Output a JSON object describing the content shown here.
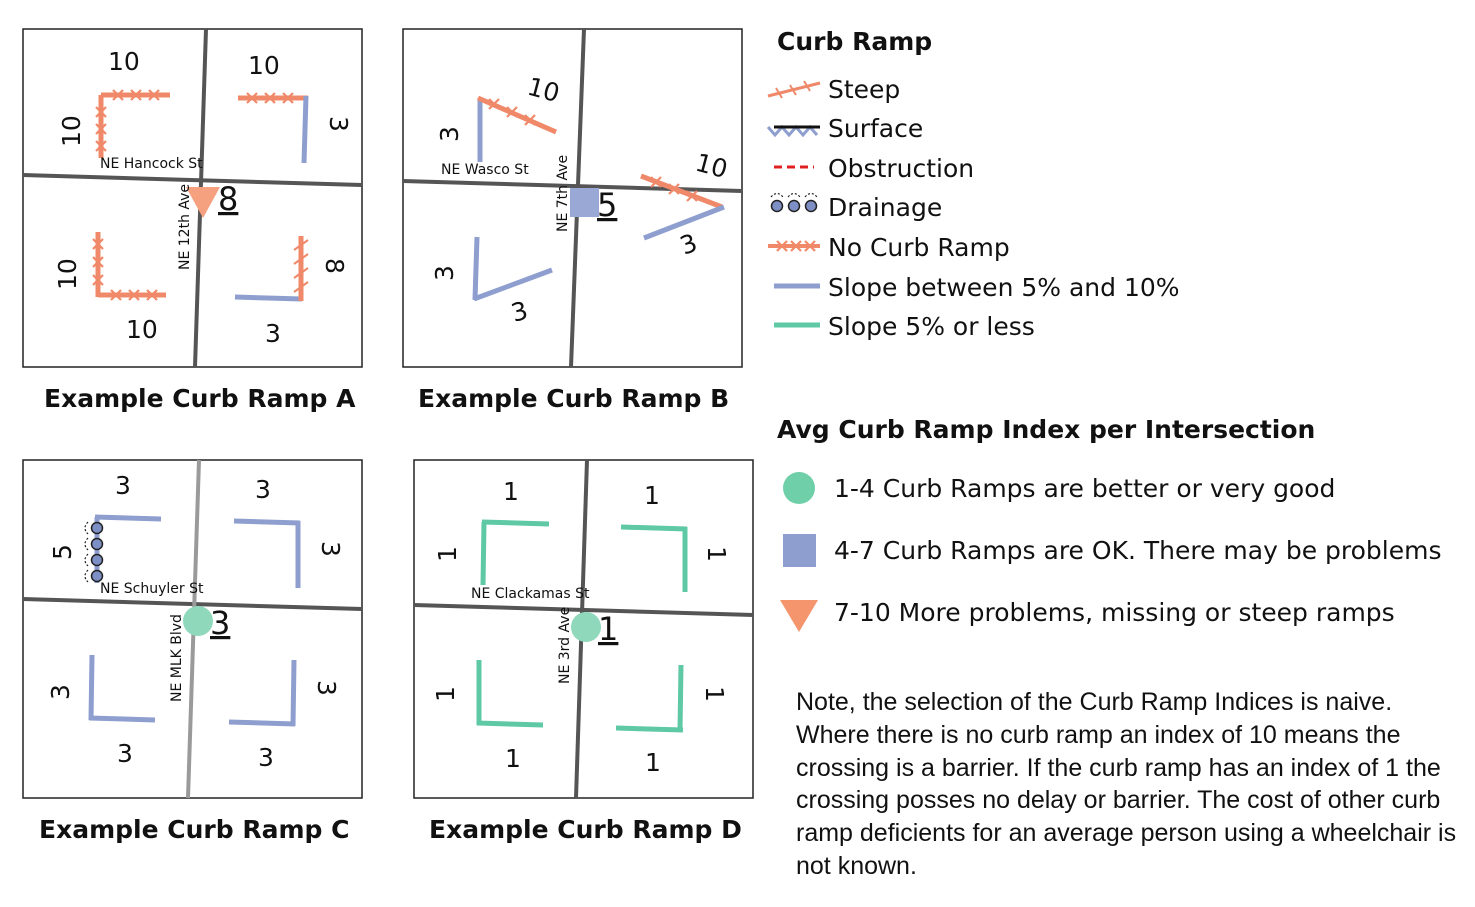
{
  "colors": {
    "steep": "#f0896a",
    "surface_blue": "#8e9fcf",
    "obstruction": "#e02020",
    "drainage": "#7d8fc4",
    "no_curb_ramp": "#f0896a",
    "slope_5_10": "#8e9fcf",
    "slope_5_less": "#5ec9a4",
    "road": "#555555",
    "road_light": "#9a9a9a",
    "orange_marker": "#f5a07e"
  },
  "panels": {
    "a": {
      "title": "Example Curb Ramp A",
      "street_h": "NE Hancock St",
      "street_v": "NE 12th Ave",
      "center": "8",
      "indices": {
        "tl_top": "10",
        "tl_side": "10",
        "tr_top": "10",
        "tr_side": "3",
        "bl_side": "10",
        "bl_bottom": "10",
        "br_side": "8",
        "br_bottom": "3"
      }
    },
    "b": {
      "title": "Example Curb Ramp B",
      "street_h": "NE Wasco St",
      "street_v": "NE 7th Ave",
      "center": "5",
      "indices": {
        "tl_top": "10",
        "tl_side": "3",
        "tr_top": "10",
        "tr_side": "3",
        "bl_side": "3",
        "bl_bottom": "3"
      }
    },
    "c": {
      "title": "Example Curb Ramp C",
      "street_h": "NE Schuyler St",
      "street_v": "NE MLK Blvd",
      "center": "3",
      "indices": {
        "tl_top": "3",
        "tl_side": "5",
        "tr_top": "3",
        "tr_side": "3",
        "bl_side": "3",
        "bl_bottom": "3",
        "br_side": "3",
        "br_bottom": "3"
      }
    },
    "d": {
      "title": "Example Curb Ramp D",
      "street_h": "NE Clackamas St",
      "street_v": "NE 3rd Ave",
      "center": "1",
      "indices": {
        "tl_top": "1",
        "tl_side": "1",
        "tr_top": "1",
        "tr_side": "1",
        "bl_side": "1",
        "bl_bottom": "1",
        "br_side": "1",
        "br_bottom": "1"
      }
    }
  },
  "legend": {
    "heading": "Curb Ramp",
    "items": [
      "Steep",
      "Surface",
      "Obstruction",
      "Drainage",
      "No Curb Ramp",
      "Slope  between 5% and 10%",
      "Slope 5% or less"
    ]
  },
  "index_legend": {
    "heading": "Avg Curb Ramp Index per Intersection",
    "items": [
      "1-4 Curb Ramps are better or very good",
      "4-7  Curb Ramps are OK. There may be problems",
      "7-10 More problems, missing or steep ramps"
    ]
  },
  "note": "Note, the selection of the Curb Ramp Indices is naive. Where there is no curb ramp an index of 10 means the crossing is a barrier.  If the curb ramp has an index of 1 the crossing posses no delay or barrier.  The cost of other curb ramp deficients for an average person using a wheelchair is not known."
}
